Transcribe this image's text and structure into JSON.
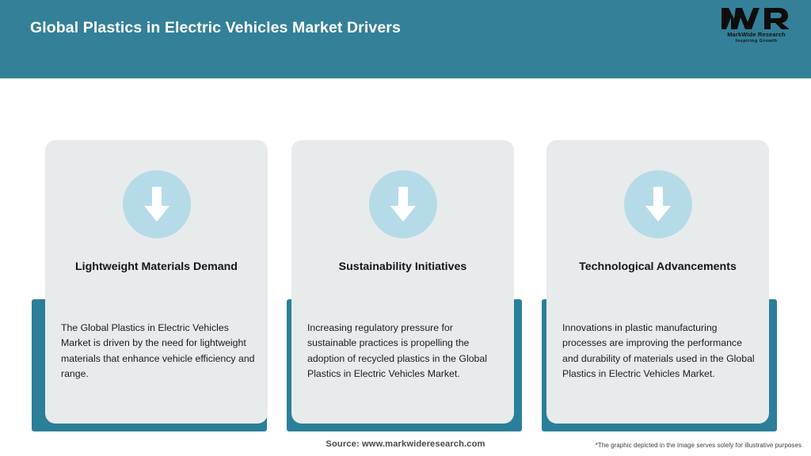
{
  "header": {
    "title": "Global Plastics in Electric Vehicles Market Drivers",
    "background_color": "#348098",
    "title_color": "#ffffff"
  },
  "logo": {
    "mark": "MWR",
    "name": "MarkWide Research",
    "tagline": "Inspiring Growth"
  },
  "theme": {
    "teal": "#2b7f99",
    "card_bg": "#e8ebec",
    "circle_bg": "#b6dbe8",
    "arrow_color": "#ffffff"
  },
  "cards": [
    {
      "icon": "arrow-down-icon",
      "title": "Lightweight Materials Demand",
      "body": "The Global Plastics in Electric Vehicles Market is driven by the need for lightweight materials that enhance vehicle efficiency and range."
    },
    {
      "icon": "arrow-down-icon",
      "title": "Sustainability Initiatives",
      "body": "Increasing regulatory pressure for sustainable practices is propelling the adoption of recycled plastics in the Global Plastics in Electric Vehicles Market."
    },
    {
      "icon": "arrow-down-icon",
      "title": "Technological Advancements",
      "body": "Innovations in plastic manufacturing processes are improving the performance and durability of materials used in the Global Plastics in Electric Vehicles Market."
    }
  ],
  "footer": {
    "source": "Source: www.markwideresearch.com",
    "disclaimer": "*The graphic depicted in the image serves solely for illustrative purposes"
  }
}
